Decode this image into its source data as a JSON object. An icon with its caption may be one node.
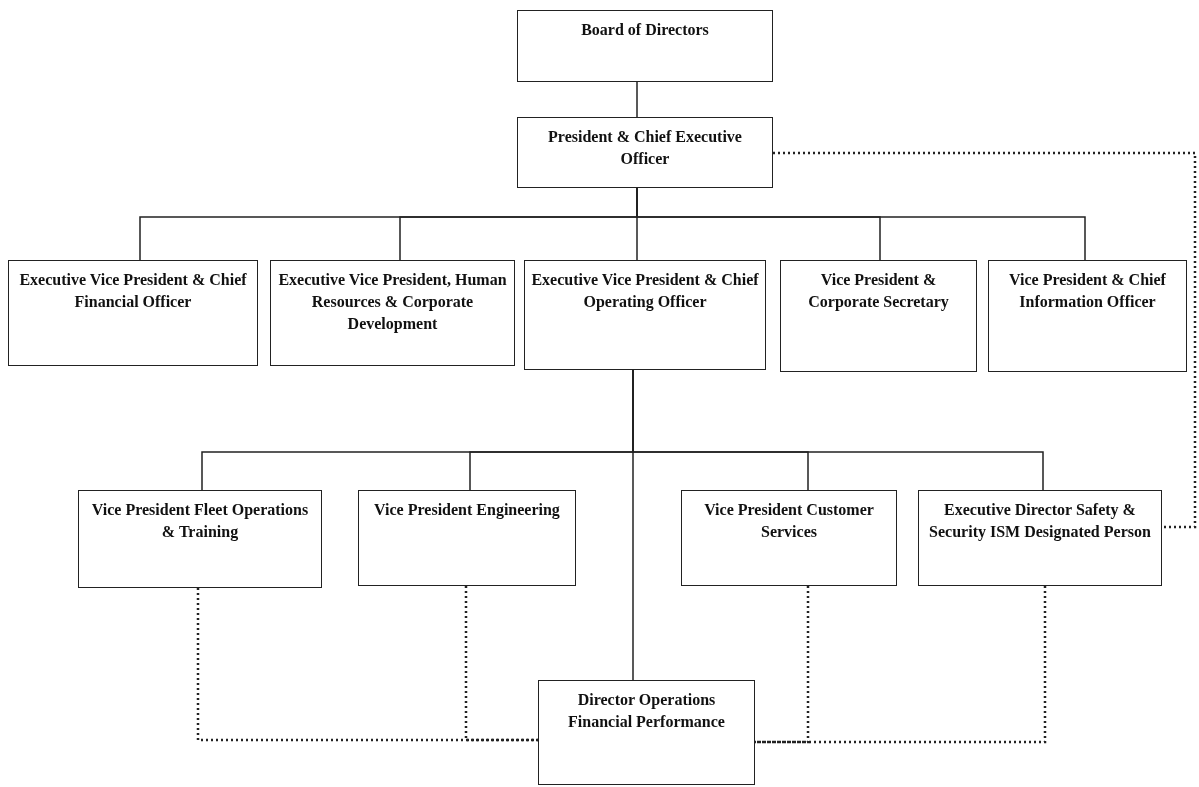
{
  "diagram": {
    "nodes": [
      {
        "text": [
          "Board of Directors"
        ]
      },
      {
        "text": [
          "President & Chief Executive Officer"
        ]
      },
      {
        "text": [
          "Executive Vice President & Chief Financial Officer"
        ]
      },
      {
        "text": [
          "Executive Vice President, Human Resources & Corporate Development"
        ]
      },
      {
        "text": [
          "Executive Vice President & Chief Operating Officer"
        ]
      },
      {
        "text": [
          "Vice President & Corporate Secretary"
        ]
      },
      {
        "text": [
          "Vice President & Chief Information Officer"
        ]
      },
      {
        "text": [
          "Vice President Fleet Operations & Training"
        ]
      },
      {
        "text": [
          "Vice President Engineering"
        ]
      },
      {
        "text": [
          "Vice President Customer Services"
        ]
      },
      {
        "text": [
          "Executive Director Safety & Security ISM Designated Person"
        ]
      },
      {
        "text": [
          "Director Operations Financial Performance"
        ]
      }
    ],
    "edges": [
      {
        "from": 0,
        "to": 1,
        "arrow": "none"
      },
      {
        "from": 1,
        "to": 2,
        "arrow": "none"
      },
      {
        "from": 1,
        "to": 3,
        "arrow": "none"
      },
      {
        "from": 1,
        "to": 4,
        "arrow": "none"
      },
      {
        "from": 1,
        "to": 5,
        "arrow": "none"
      },
      {
        "from": 1,
        "to": 6,
        "arrow": "none"
      },
      {
        "from": 4,
        "to": 7,
        "arrow": "none"
      },
      {
        "from": 4,
        "to": 8,
        "arrow": "none"
      },
      {
        "from": 4,
        "to": 9,
        "arrow": "none"
      },
      {
        "from": 4,
        "to": 10,
        "arrow": "none"
      },
      {
        "from": 4,
        "to": 11,
        "arrow": "none"
      },
      {
        "from": 1,
        "to": 10,
        "arrow": "none",
        "style": "dashed"
      },
      {
        "from": 7,
        "to": 11,
        "arrow": "none",
        "style": "dashed"
      },
      {
        "from": 8,
        "to": 11,
        "arrow": "none",
        "style": "dashed"
      },
      {
        "from": 9,
        "to": 11,
        "arrow": "none",
        "style": "dashed"
      },
      {
        "from": 10,
        "to": 11,
        "arrow": "none",
        "style": "dashed"
      }
    ]
  }
}
